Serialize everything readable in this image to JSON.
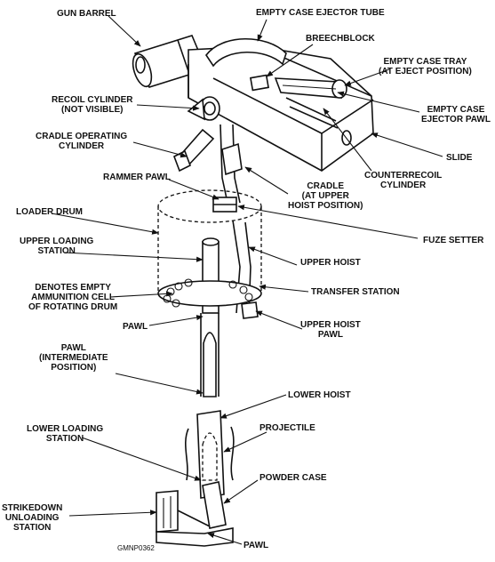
{
  "labels": {
    "gun_barrel": "GUN BARREL",
    "empty_case_ejector_tube": "EMPTY CASE EJECTOR TUBE",
    "breechblock": "BREECHBLOCK",
    "empty_case_tray": "EMPTY CASE TRAY\n(AT EJECT POSITION)",
    "recoil_cylinder": "RECOIL CYLINDER\n(NOT VISIBLE)",
    "empty_case_ejector_pawl": "EMPTY CASE\nEJECTOR PAWL",
    "cradle_operating_cylinder": "CRADLE OPERATING\nCYLINDER",
    "slide": "SLIDE",
    "counterrecoil_cylinder": "COUNTERRECOIL\nCYLINDER",
    "rammer_pawl": "RAMMER PAWL",
    "cradle": "CRADLE\n(AT UPPER\nHOIST POSITION)",
    "loader_drum": "LOADER DRUM",
    "fuze_setter": "FUZE SETTER",
    "upper_loading_station": "UPPER LOADING\nSTATION",
    "upper_hoist": "UPPER HOIST",
    "transfer_station": "TRANSFER STATION",
    "denotes_empty": "DENOTES EMPTY\nAMMUNITION CELL\nOF ROTATING DRUM",
    "pawl_upper": "PAWL",
    "upper_hoist_pawl": "UPPER HOIST\nPAWL",
    "pawl_intermediate": "PAWL\n(INTERMEDIATE\nPOSITION)",
    "lower_hoist": "LOWER HOIST",
    "projectile": "PROJECTILE",
    "lower_loading_station": "LOWER LOADING\nSTATION",
    "powder_case": "POWDER CASE",
    "strikedown_unloading_station": "STRIKEDOWN\nUNLOADING\nSTATION",
    "pawl_bottom": "PAWL",
    "figure_code": "GMNP0362"
  }
}
